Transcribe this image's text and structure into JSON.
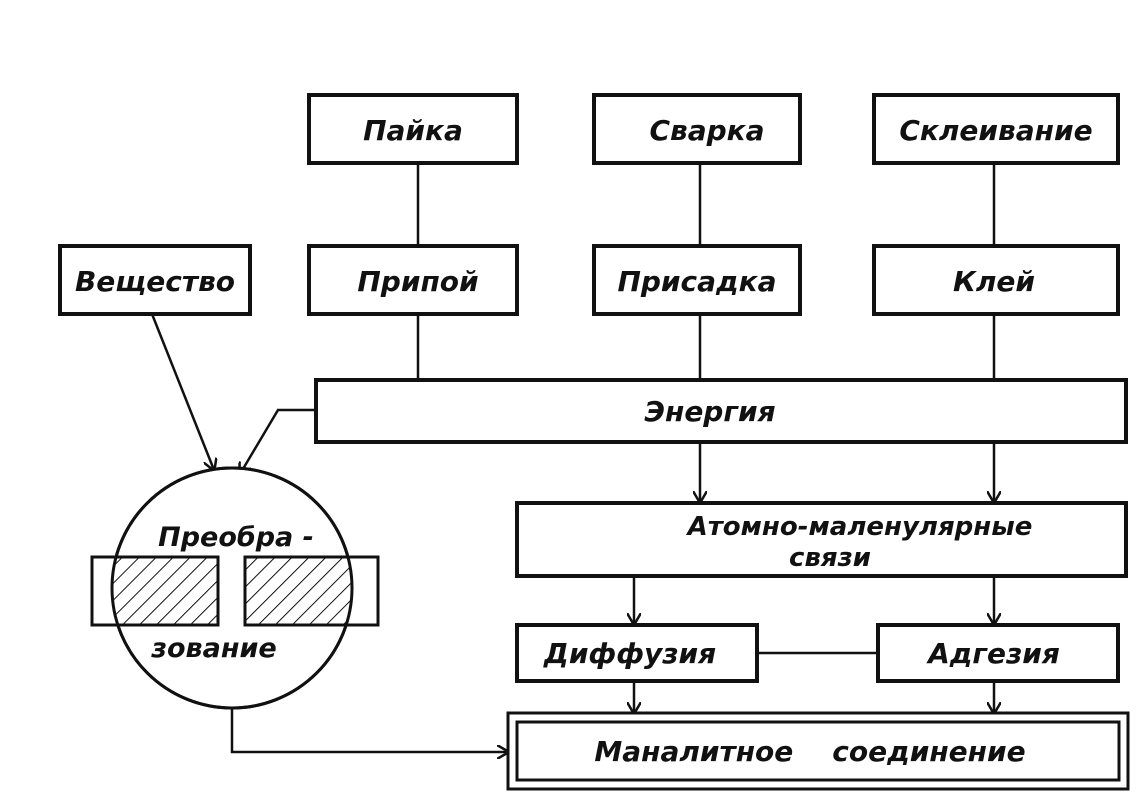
{
  "nodes": {
    "paika": "Пайка",
    "svarka": "Сварка",
    "skleivanie": "Склеивание",
    "veshchestvo": "Вещество",
    "pripoi": "Припой",
    "prisadka": "Присадка",
    "klei": "Клей",
    "energiya": "Энергия",
    "preobra_line1": "Преобра -",
    "preobra_line2": "зование",
    "svyazi_line1": "Атомно-маленулярные",
    "svyazi_line2": "связи",
    "diffuziya": "Диффузия",
    "adgeziya": "Адгезия",
    "monolit": "Маналитное    соединение"
  },
  "colors": {
    "ink": "#111111",
    "paper": "#ffffff"
  }
}
